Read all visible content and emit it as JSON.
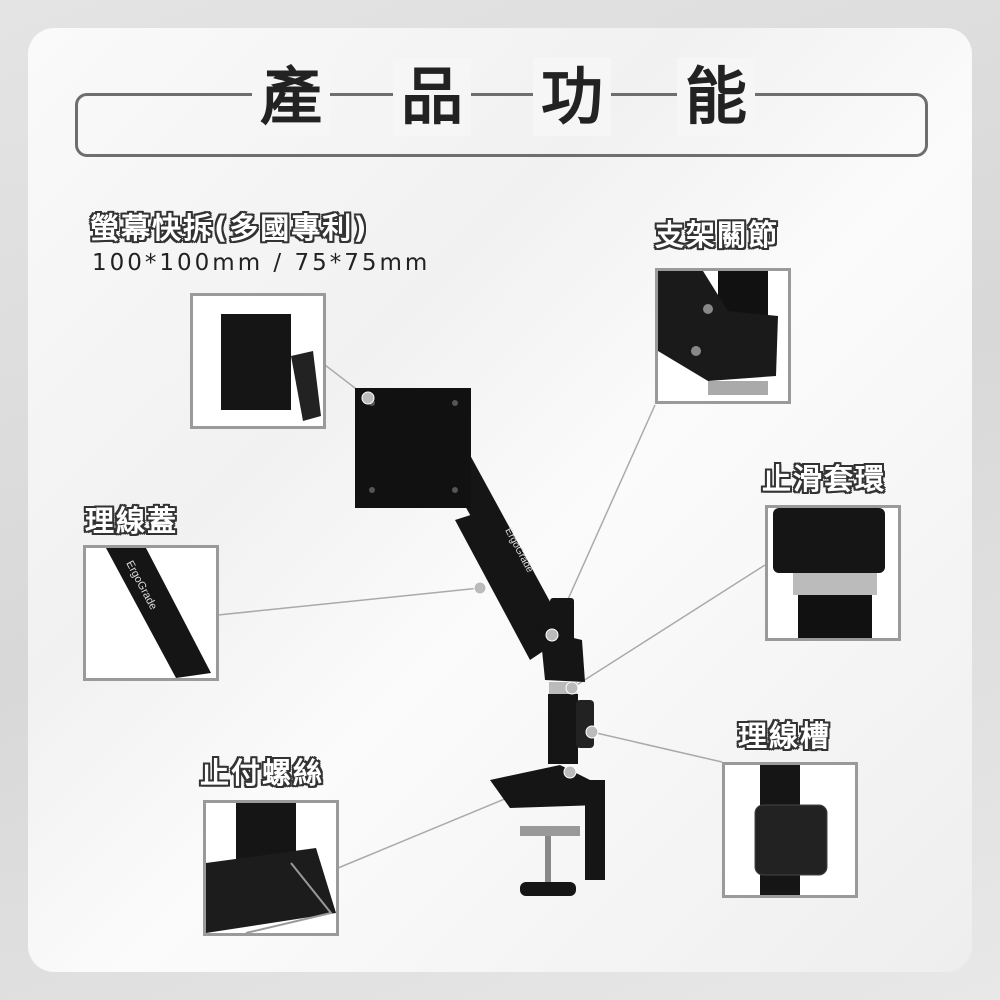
{
  "title": {
    "chars": [
      "產",
      "品",
      "功",
      "能"
    ]
  },
  "features": {
    "quick_release": {
      "label": "螢幕快拆(多國專利)",
      "spec": "100*100mm / 75*75mm"
    },
    "joint": {
      "label": "支架關節"
    },
    "anti_slip_ring": {
      "label": "止滑套環"
    },
    "cable_cover": {
      "label": "理線蓋"
    },
    "cable_slot": {
      "label": "理線槽"
    },
    "set_screw": {
      "label": "止付螺絲"
    }
  },
  "brand": "ErgoGrade",
  "colors": {
    "product": "#151515",
    "frame": "#9a9a9a",
    "title_border": "#6e6e6e"
  }
}
